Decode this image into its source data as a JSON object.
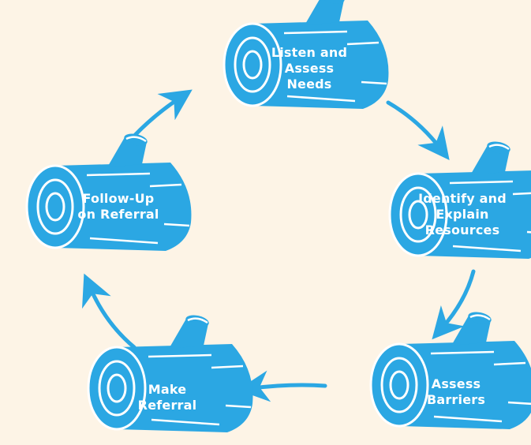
{
  "colors": {
    "background": "#fdf4e6",
    "log": "#2ba7e3",
    "log_line": "#ffffff",
    "arrow": "#2ba7e3",
    "text": "#ffffff"
  },
  "steps": [
    {
      "lines": [
        "Listen and",
        "Assess",
        "Needs"
      ],
      "icon": "log-icon"
    },
    {
      "lines": [
        "Identify and",
        "Explain",
        "Resources"
      ],
      "icon": "log-icon"
    },
    {
      "lines": [
        "Assess",
        "Barriers"
      ],
      "icon": "log-icon"
    },
    {
      "lines": [
        "Make",
        "Referral"
      ],
      "icon": "log-icon"
    },
    {
      "lines": [
        "Follow-Up",
        "on Referral"
      ],
      "icon": "log-icon"
    }
  ]
}
